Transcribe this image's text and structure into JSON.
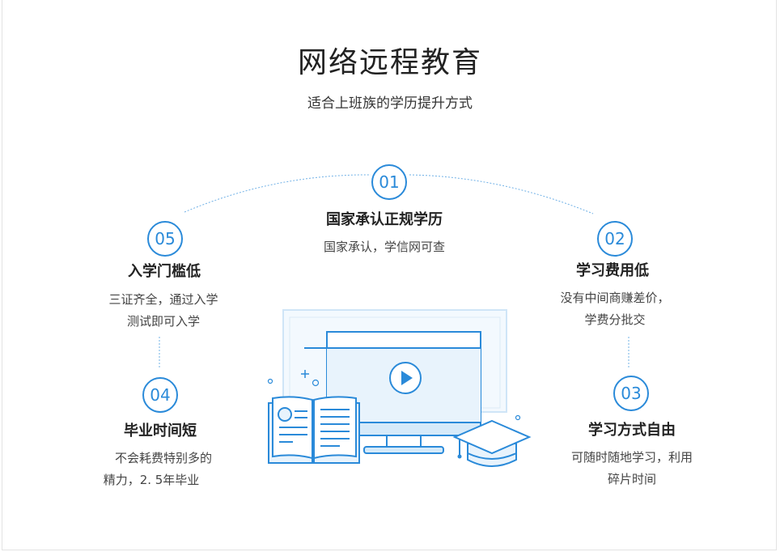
{
  "header": {
    "title": "网络远程教育",
    "subtitle": "适合上班族的学历提升方式"
  },
  "features": [
    {
      "number": "01",
      "title": "国家承认正规学历",
      "desc": [
        "国家承认，学信网可查"
      ]
    },
    {
      "number": "02",
      "title": "学习费用低",
      "desc": [
        "没有中间商赚差价，",
        "学费分批交"
      ]
    },
    {
      "number": "03",
      "title": "学习方式自由",
      "desc": [
        "可随时随地学习，利用",
        "碎片时间"
      ]
    },
    {
      "number": "04",
      "title": "毕业时间短",
      "desc": [
        "不会耗费特别多的",
        "精力，2. 5年毕业"
      ]
    },
    {
      "number": "05",
      "title": "入学门槛低",
      "desc": [
        "三证齐全，通过入学",
        "测试即可入学"
      ]
    }
  ],
  "colors": {
    "accent": "#2a8ad9",
    "text": "#222222",
    "light_blue": "#e8f3fc"
  },
  "icons": [
    "play-icon",
    "book-icon",
    "graduation-cap-icon",
    "computer-monitor-icon"
  ]
}
